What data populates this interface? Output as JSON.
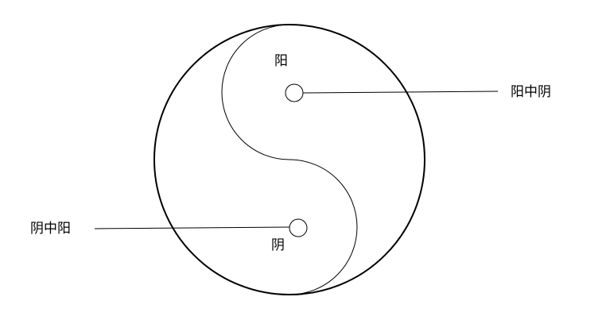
{
  "diagram": {
    "title": "",
    "labels": {
      "yang": "阳",
      "yin": "阴",
      "yin_within_yang": "阳中阴",
      "yang_within_yin": "阴中阳"
    },
    "colors": {
      "stroke": "#000000",
      "background": "#ffffff"
    }
  }
}
